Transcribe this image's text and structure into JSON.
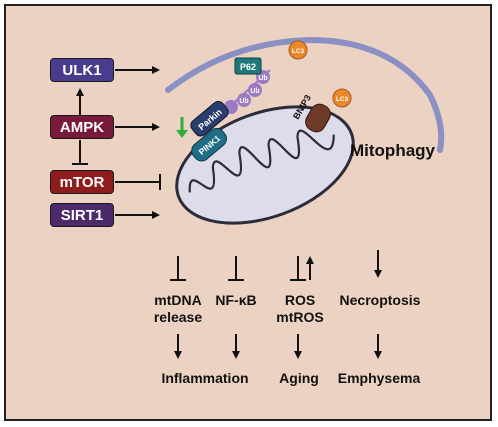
{
  "regulators": {
    "ulk1": "ULK1",
    "ampk": "AMPK",
    "mtor": "mTOR",
    "sirt1": "SIRT1"
  },
  "mito": {
    "p62": "P62",
    "ub": "Ub",
    "parkin": "Parkin",
    "pink1": "PINK1",
    "bnip3": "BNIP3",
    "lc3": "LC3",
    "process": "Mitophagy"
  },
  "outcomes": {
    "mtdna": "mtDNA\nrelease",
    "nfkb": "NF-κB",
    "ros": "ROS\nmtROS",
    "necroptosis": "Necroptosis"
  },
  "consequences": {
    "inflammation": "Inflammation",
    "aging": "Aging",
    "emphysema": "Emphysema"
  },
  "colors": {
    "background": "#ecd2c2",
    "ulk1": "#4a3c8c",
    "ampk": "#7a1a3a",
    "mtor": "#8e1c1c",
    "sirt1": "#4c2a6a",
    "membrane": "#8a8fc4",
    "mitochondrion": "#dcdcea",
    "parkin": "#2a3e6e",
    "pink1": "#1f6e86",
    "p62": "#1e7a78",
    "ub": "#9b7ac4",
    "lc3": "#e8892b",
    "bnip3": "#6e3a2a",
    "green_arrow": "#2eae3a"
  }
}
